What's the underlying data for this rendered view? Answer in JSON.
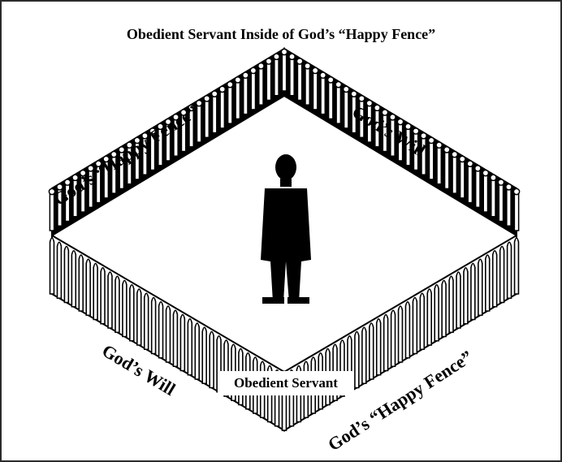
{
  "title": "Obedient Servant Inside of God’s “Happy Fence”",
  "labels": {
    "back_left": "God’s “Happy Fence”",
    "back_right": "God’s Will",
    "front_left": "God’s Will",
    "front_right": "God’s “Happy Fence”",
    "servant": "Obedient Servant"
  },
  "colors": {
    "ink": "#000000",
    "paper": "#ffffff",
    "frame": "#2b2b2b"
  }
}
